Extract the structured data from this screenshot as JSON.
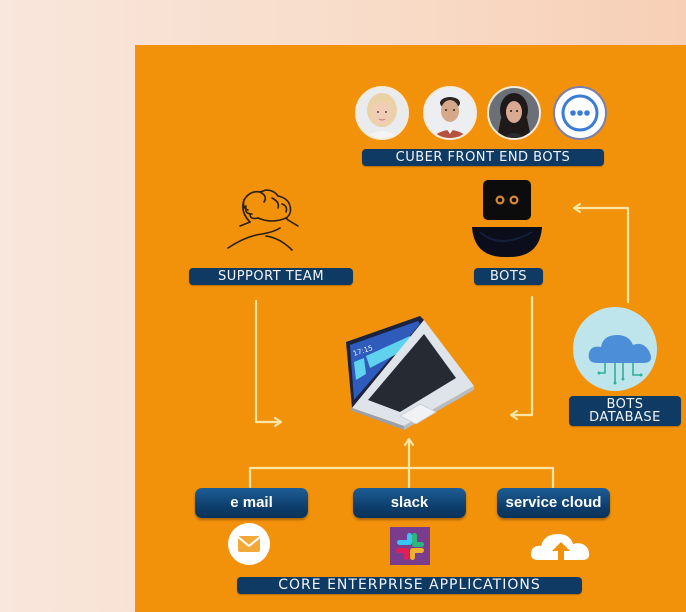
{
  "diagram": {
    "top_group": {
      "avatars": [
        {
          "name": "bot-avatar-woman-blonde",
          "icon": "person-avatar"
        },
        {
          "name": "bot-avatar-man",
          "icon": "person-avatar"
        },
        {
          "name": "bot-avatar-woman-dark-hair",
          "icon": "person-avatar"
        },
        {
          "name": "more-bots",
          "icon": "ellipsis-chat-icon"
        }
      ],
      "label": "CUBER FRONT END BOTS"
    },
    "support_team": {
      "label": "SUPPORT TEAM",
      "icon": "handshake-icon"
    },
    "bots": {
      "label": "BOTS",
      "icon": "robot-icon"
    },
    "bots_database": {
      "label_line1": "BOTS",
      "label_line2": "DATABASE",
      "icon": "cloud-network-icon"
    },
    "center": {
      "icon": "laptop-icon",
      "screen_clock": "17:15"
    },
    "apps": [
      {
        "label": "e mail",
        "icon": "mail-icon"
      },
      {
        "label": "slack",
        "icon": "slack-icon"
      },
      {
        "label": "service cloud",
        "icon": "cloud-upload-icon"
      }
    ],
    "bottom_label": "CORE ENTERPRISE APPLICATIONS",
    "colors": {
      "panel": "#f2910a",
      "label_bg": "#0f3a63",
      "arrow": "#fbe6a6",
      "db_circle": "#bfe5ec",
      "cloud": "#4c8fd8"
    }
  }
}
